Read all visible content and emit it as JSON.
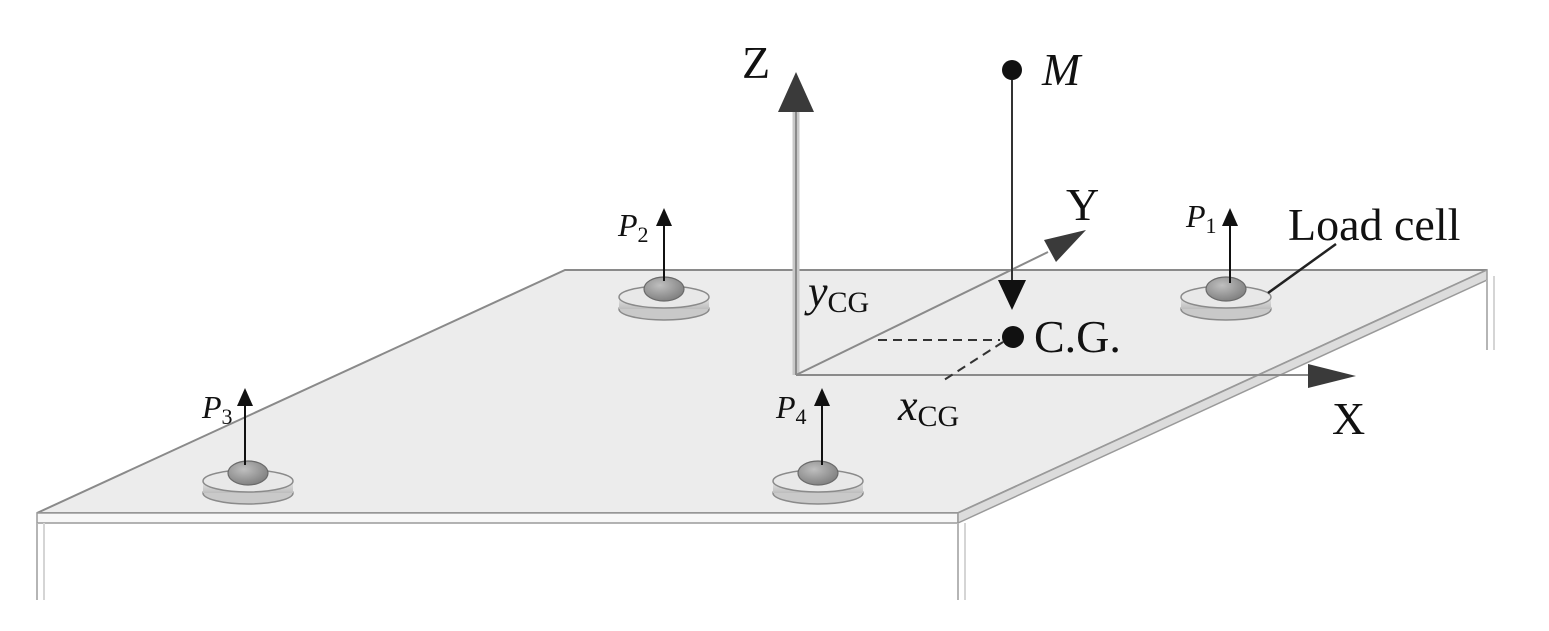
{
  "axes": {
    "x_label": "X",
    "y_label": "Y",
    "z_label": "Z"
  },
  "mass_label": "M",
  "cg_label": "C.G.",
  "x_cg": {
    "main": "x",
    "sub": "CG"
  },
  "y_cg": {
    "main": "y",
    "sub": "CG"
  },
  "load_cell_label": "Load cell",
  "forces": [
    {
      "main": "P",
      "sub": "1"
    },
    {
      "main": "P",
      "sub": "2"
    },
    {
      "main": "P",
      "sub": "3"
    },
    {
      "main": "P",
      "sub": "4"
    }
  ],
  "colors": {
    "plate_fill": "#ececec",
    "plate_edge": "#8a8a8a",
    "cell_fill": "#d4d4d4",
    "cell_dome": "#9a9a9a",
    "axis_arrow": "#3a3a3a"
  }
}
